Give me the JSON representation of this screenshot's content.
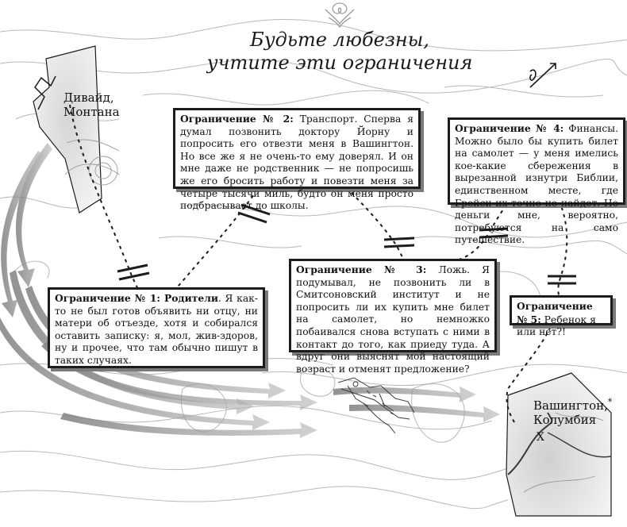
{
  "title": {
    "line1": "Будьте любезны,",
    "line2": "учтите эти ограничения"
  },
  "places": {
    "start_line1": "Дивайд,",
    "start_line2": "Монтана",
    "end_line1": "Вашингтон,",
    "end_line2": "Колумбия",
    "end_asterisk": "*",
    "end_marker": "Х"
  },
  "constraints": [
    {
      "heading": "Ограничение № 1: Родители",
      "text": ". Я как-то не был готов объявить ни отцу, ни матери об отъезде, хотя и собирался оставить записку: я, мол, жив-здоров, ну и прочее, что там обычно пишут в таких случаях."
    },
    {
      "heading": "Ограничение № 2:",
      "text": " Транспорт. Сперва я думал позвонить доктору Йорну и попросить его отвезти меня в Вашингтон. Но все же я не очень-то ему доверял. И он мне даже не родственник — не попросишь же его бросить работу и повезти меня за четыре тысячи миль, будто он меня просто подбрасывает до школы."
    },
    {
      "heading": "Ограничение № 3:",
      "text": " Ложь. Я подумывал, не позвонить ли в Смитсоновский институт и не попросить ли их купить мне билет на самолет, но немножко побаивался снова вступать с ними в контакт до того, как приеду туда. А вдруг они выяснят мой настоящий возраст и отменят предложение?"
    },
    {
      "heading": "Ограничение № 4:",
      "text": " Финансы. Можно было бы купить билет на самолет — у меня имелись кое-какие сбережения в вырезанной изнутри Библии, единственном месте, где Грейси их точно не найдет. Но деньги мне, вероятно, потребуются на само путешествие."
    },
    {
      "heading": "Ограничение № 5:",
      "text": " Ребенок я или нет?!"
    }
  ],
  "icons": [
    "ornament-icon",
    "compass-icon",
    "flying-figure-icon"
  ],
  "colors": {
    "ink": "#1c1c1c",
    "arrow": "#8a8a8a",
    "region": "#eeeeee"
  }
}
